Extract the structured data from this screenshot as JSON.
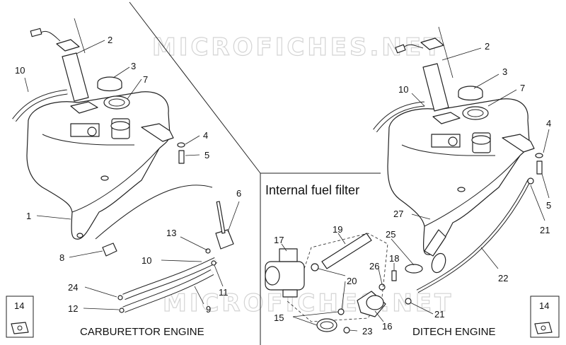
{
  "watermark": "MICROFICHES.NET",
  "sections": {
    "left_caption": "CARBURETTOR ENGINE",
    "right_caption": "DITECH ENGINE",
    "inset_caption": "Internal fuel filter"
  },
  "corner_refs": {
    "left": "14",
    "right": "14"
  },
  "callouts_left": [
    "1",
    "2",
    "3",
    "4",
    "5",
    "6",
    "7",
    "8",
    "9",
    "10",
    "10",
    "11",
    "12",
    "13",
    "24"
  ],
  "callouts_right": [
    "2",
    "3",
    "4",
    "5",
    "7",
    "10",
    "15",
    "16",
    "17",
    "18",
    "19",
    "20",
    "21",
    "21",
    "22",
    "23",
    "25",
    "26",
    "27"
  ]
}
